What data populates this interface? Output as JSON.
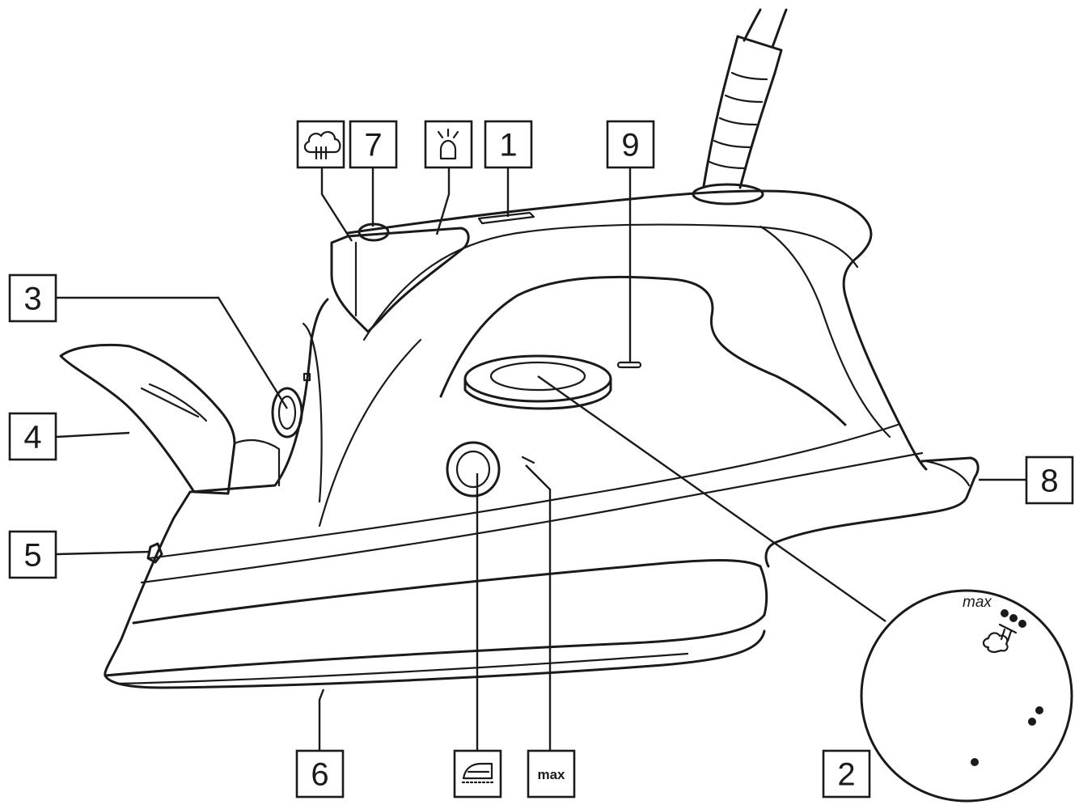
{
  "labels": {
    "l1": "1",
    "l2": "2",
    "l3": "3",
    "l4": "4",
    "l5": "5",
    "l6": "6",
    "l7": "7",
    "l8": "8",
    "l9": "9"
  },
  "icons": {
    "shot_of_steam": "shot-of-steam-icon",
    "spray": "spray-icon",
    "self_clean": "self-clean-soleplate-icon",
    "max_fill": "max"
  },
  "dial": {
    "max_label": "max"
  }
}
